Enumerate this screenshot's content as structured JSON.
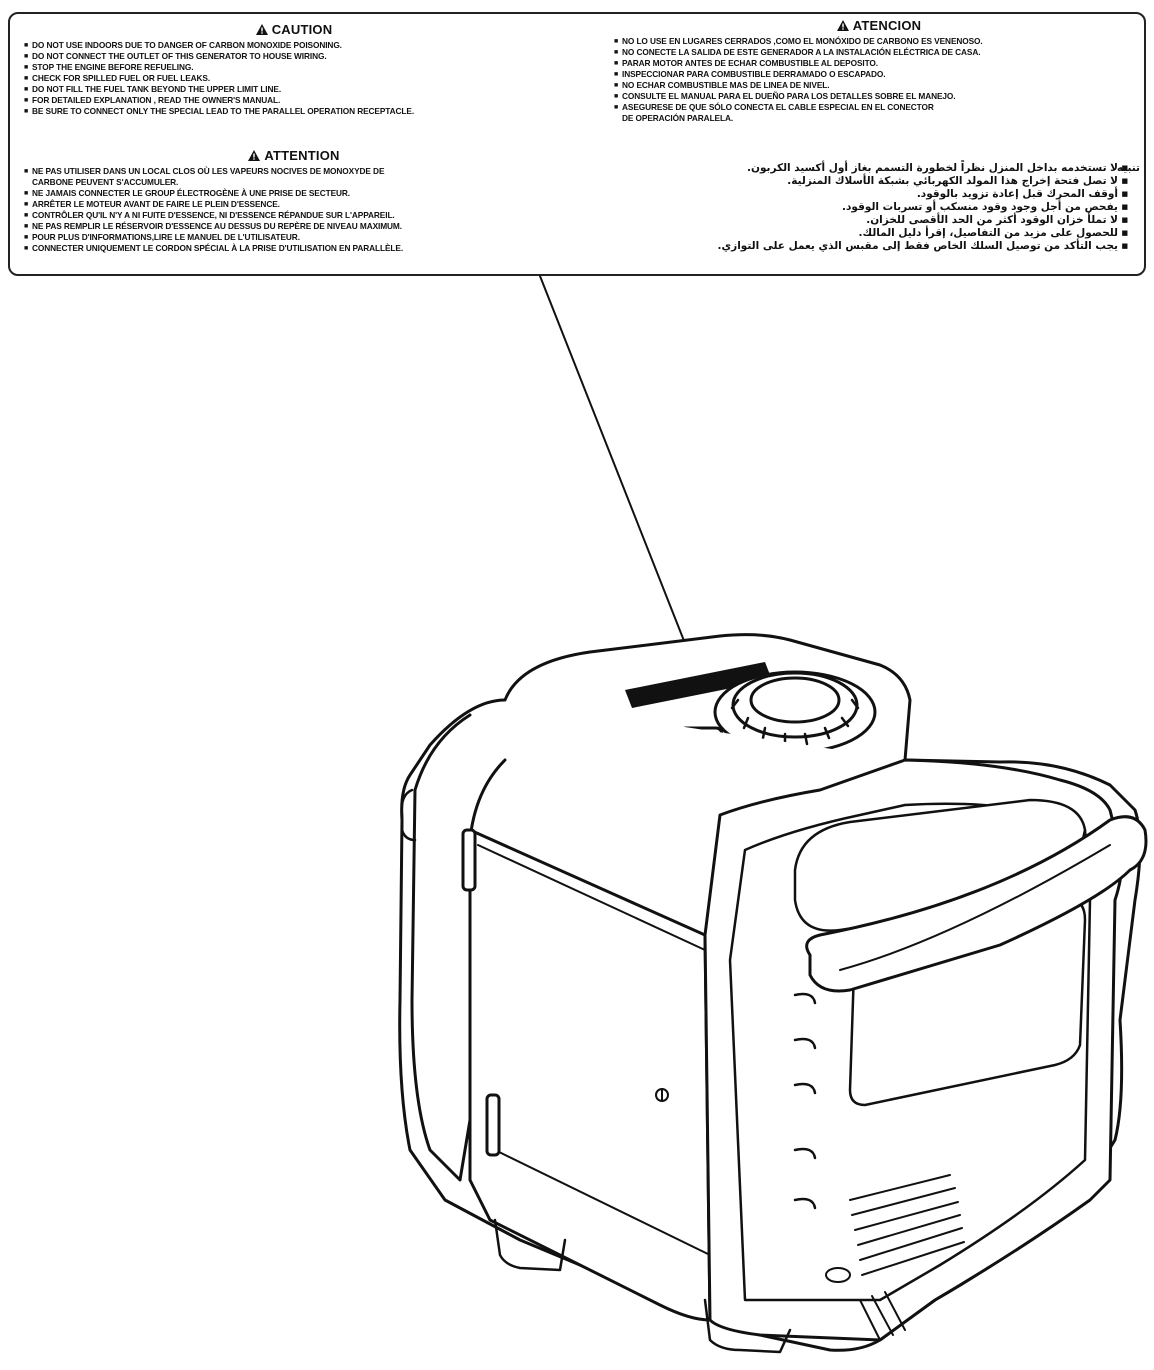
{
  "caution": {
    "title": "CAUTION",
    "items": [
      "DO NOT USE INDOORS DUE TO DANGER OF CARBON MONOXIDE POISONING.",
      "DO NOT CONNECT THE OUTLET OF THIS GENERATOR TO HOUSE WIRING.",
      "STOP THE ENGINE BEFORE REFUELING.",
      "CHECK FOR SPILLED FUEL OR FUEL LEAKS.",
      "DO NOT FILL THE FUEL TANK BEYOND THE UPPER LIMIT LINE.",
      "FOR DETAILED EXPLANATION , READ THE OWNER'S MANUAL.",
      "BE SURE TO CONNECT ONLY THE SPECIAL LEAD TO THE PARALLEL OPERATION RECEPTACLE."
    ]
  },
  "attention": {
    "title": "ATTENTION",
    "items": [
      "NE PAS UTILISER DANS UN LOCAL CLOS OÙ LES VAPEURS NOCIVES DE MONOXYDE DE",
      "CARBONE PEUVENT S'ACCUMULER.",
      "NE JAMAIS CONNECTER LE GROUP ÉLECTROGÈNE À UNE PRISE DE SECTEUR.",
      "ARRÊTER LE MOTEUR AVANT DE FAIRE LE PLEIN D'ESSENCE.",
      "CONTRÔLER QU'IL N'Y A NI FUITE D'ESSENCE, NI D'ESSENCE RÉPANDUE SUR L'APPAREIL.",
      "NE PAS REMPLIR LE RÉSERVOIR D'ESSENCE AU DESSUS DU REPÈRE DE NIVEAU MAXIMUM.",
      "POUR PLUS D'INFORMATIONS,LIRE LE MANUEL DE L'UTILISATEUR.",
      "CONNECTER UNIQUEMENT LE CORDON SPÉCIAL À LA PRISE D'UTILISATION EN PARALLÈLE."
    ]
  },
  "atencion": {
    "title": "ATENCION",
    "items": [
      "NO LO USE EN LUGARES CERRADOS ,COMO EL MONÓXIDO DE CARBONO ES VENENOSO.",
      "NO CONECTE LA SALIDA DE ESTE GENERADOR A LA INSTALACIÓN ELÉCTRICA DE CASA.",
      "PARAR MOTOR ANTES DE ECHAR COMBUSTIBLE AL DEPOSITO.",
      "INSPECCIONAR PARA COMBUSTIBLE DERRAMADO O ESCAPADO.",
      "NO ECHAR COMBUSTIBLE MAS DE LINEA DE NIVEL.",
      "CONSULTE EL MANUAL PARA EL DUEÑO PARA LOS DETALLES SOBRE EL MANEJO.",
      "ASEGURESE DE QUE SÓLO CONECTA EL CABLE ESPECIAL EN EL CONECTOR",
      "DE OPERACIÓN PARALELA."
    ]
  },
  "arabic": {
    "title": "تنبيه",
    "items": [
      "لا تستخدمه بداخل المنزل نظراً لخطورة التسمم بغاز أول أكسيد الكربون.",
      "لا تصل فتحة إخراج هذا المولد الكهربائي بشبكة الأسلاك المنزلية.",
      "أوقف المحرك قبل إعادة تزويد بالوقود.",
      "يفحص من أجل وجود وقود منسكب أو تسربات الوقود.",
      "لا تملأ خزان الوقود أكثر من الحد الأقصى للخزان.",
      "للحصول على مزيد من التفاصيل، إقرأ دليل المالك.",
      "يجب التأكد من توصيل السلك الخاص فقط إلى مقبس الذي يعمل على التوازي."
    ]
  }
}
